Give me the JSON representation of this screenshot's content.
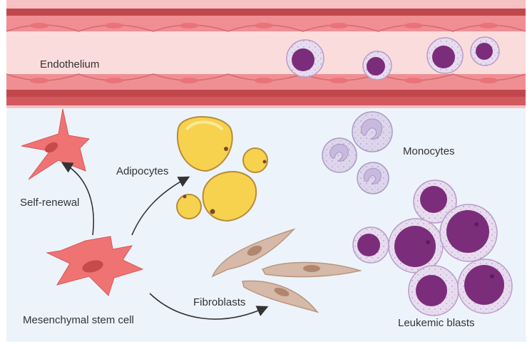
{
  "labels": {
    "endothelium": "Endothelium",
    "self_renewal": "Self-renewal",
    "adipocytes": "Adipocytes",
    "monocytes": "Monocytes",
    "fibroblasts": "Fibroblasts",
    "msc": "Mesenchymal stem cell",
    "leukemic_blasts": "Leukemic blasts"
  },
  "colors": {
    "vessel_wall": "#c0484d",
    "endothelial_cell": "#f08f93",
    "vessel_lumen": "#fbdcdc",
    "tissue_bg": "#edf3fb",
    "stem_cell": "#f07373",
    "adipocyte": "#f6d24f",
    "fibroblast": "#d6b9a8",
    "monocyte": "#ddd6ec",
    "blast_nucleus": "#7b2d7b",
    "blast_cytoplasm": "#e8dcef",
    "arrow": "#333333"
  }
}
